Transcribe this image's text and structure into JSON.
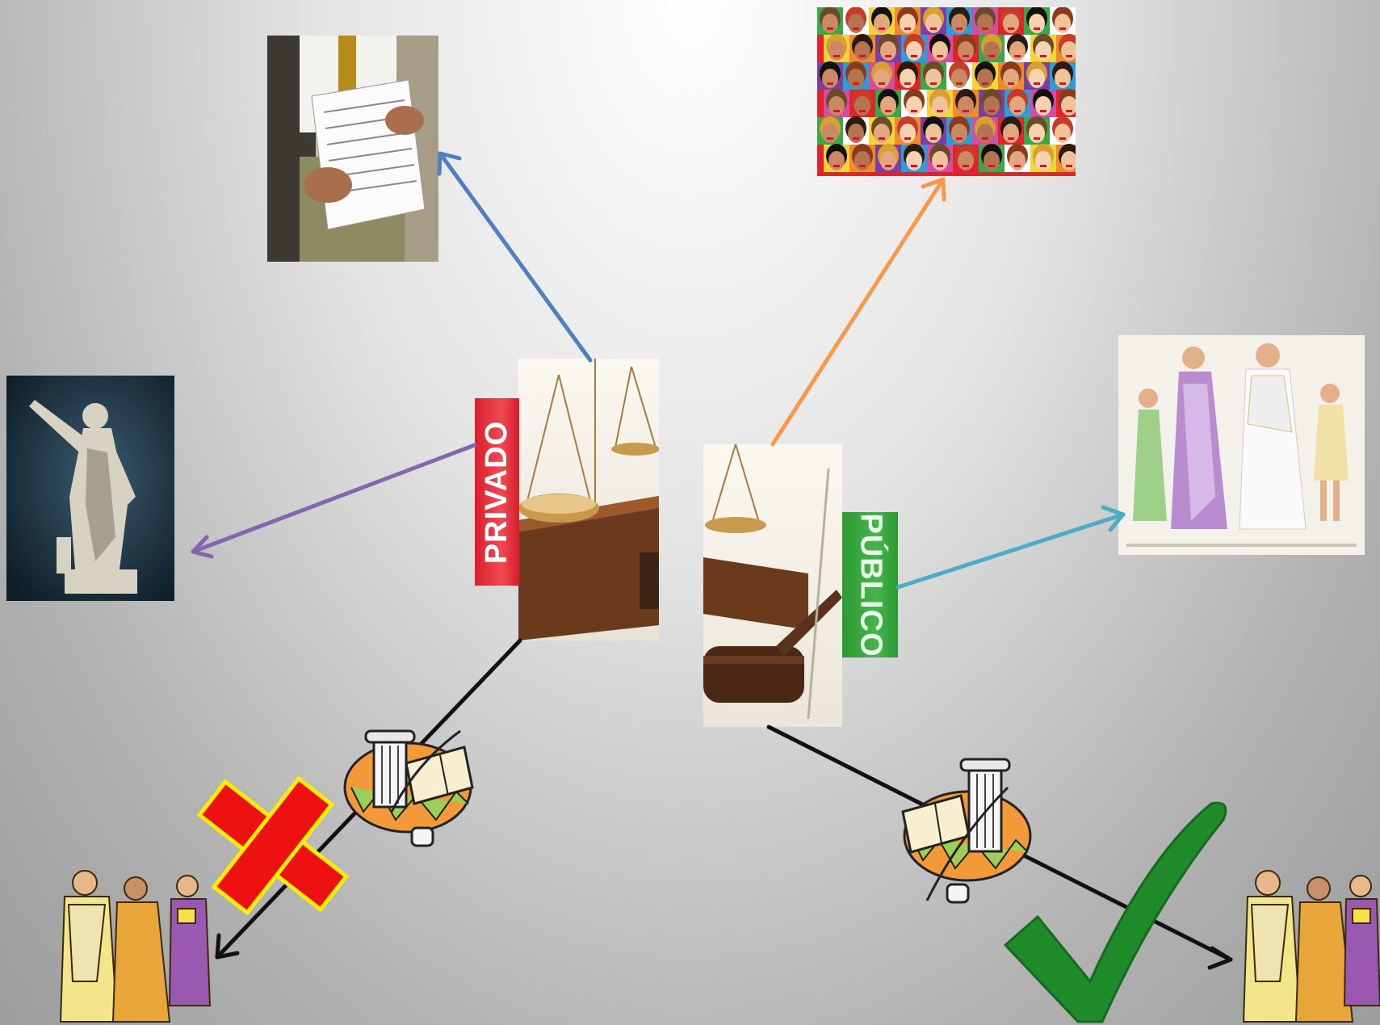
{
  "labels": {
    "privado": "PRIVADO",
    "publico": "PÚBLICO"
  },
  "colors": {
    "background_top": "#ffffff",
    "background_bottom": "#9c9c9c",
    "privado_tag": "#e12530",
    "publico_tag": "#37a83d",
    "arrow_blue": "#4f7fc0",
    "arrow_orange": "#f59a4a",
    "arrow_purple": "#8465b0",
    "arrow_teal": "#4bacc6",
    "arrow_black": "#111111",
    "cross": "#ee1111",
    "cross_outline": "#ffee00",
    "check": "#1f8a2a"
  },
  "pictures": [
    "contract-document-photo",
    "crowd-of-people-painting",
    "roman-emperor-statue",
    "roman-family-illustration",
    "scales-of-justice-photo",
    "judge-gavel-photo",
    "law-book-column-clipart",
    "roman-senators-clipart"
  ],
  "marks": {
    "left_branch": "cross-mark",
    "right_branch": "check-mark"
  }
}
